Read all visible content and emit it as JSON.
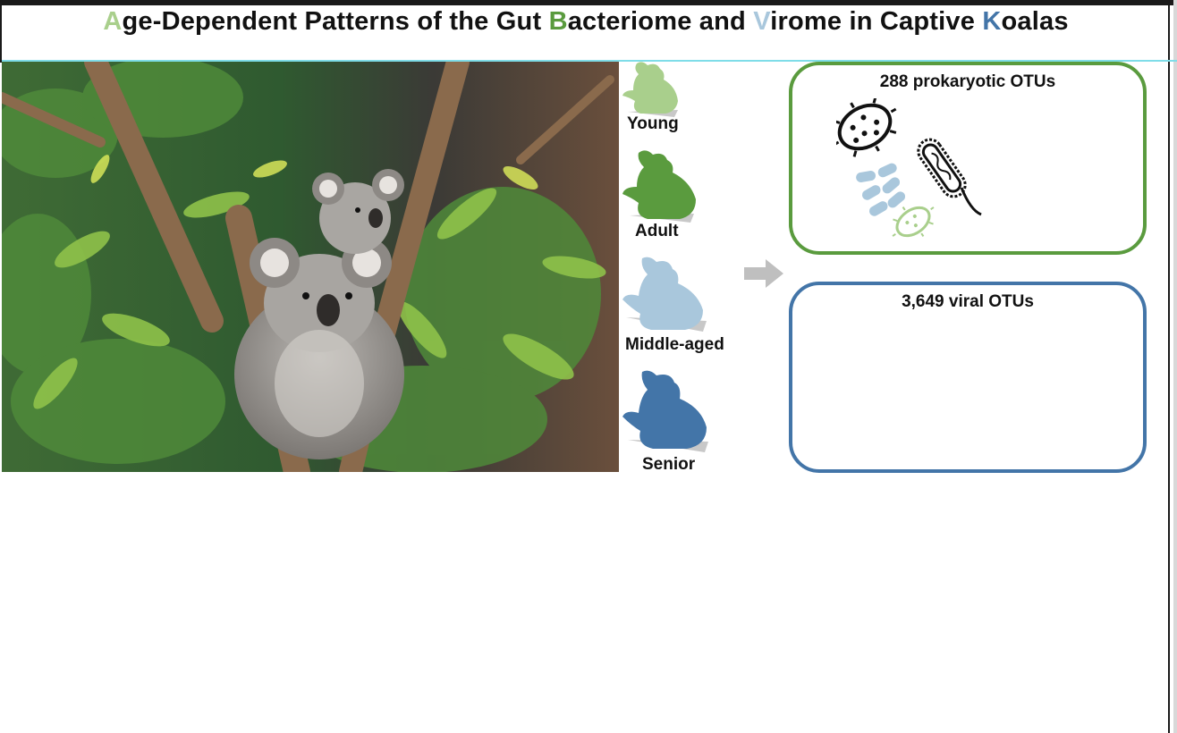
{
  "title": {
    "parts": [
      {
        "text": "A",
        "color": "#a9cf8c"
      },
      {
        "text": "ge-Dependent Patterns of the Gut ",
        "color": "#111111"
      },
      {
        "text": "B",
        "color": "#5a9b3e"
      },
      {
        "text": "acteriome and ",
        "color": "#111111"
      },
      {
        "text": "V",
        "color": "#a9c7dc"
      },
      {
        "text": "irome in Captive ",
        "color": "#111111"
      },
      {
        "text": "K",
        "color": "#4375a8"
      },
      {
        "text": "oalas",
        "color": "#111111"
      }
    ]
  },
  "photo": {
    "subject": "koala mother with joey in eucalyptus tree"
  },
  "age_groups": [
    {
      "label": "Young",
      "color": "#a9cf8c",
      "icon": "koala-silhouette-icon"
    },
    {
      "label": "Adult",
      "color": "#5a9b3e",
      "icon": "koala-silhouette-icon"
    },
    {
      "label": "Middle-aged",
      "color": "#a9c7dc",
      "icon": "koala-silhouette-icon"
    },
    {
      "label": "Senior",
      "color": "#4375a8",
      "icon": "koala-silhouette-icon"
    }
  ],
  "arrow": {
    "icon": "right-arrow-icon",
    "color": "#bfbfbf"
  },
  "boxes": {
    "prokaryotic": {
      "title": "288 prokaryotic OTUs",
      "border_color": "#5a9b3e",
      "icons": [
        "bacterium-icon",
        "rod-bacterium-icon",
        "bacilli-chain-icon",
        "small-bacterium-icon"
      ]
    },
    "viral": {
      "title": "3,649 viral OTUs",
      "border_color": "#4375a8"
    }
  }
}
